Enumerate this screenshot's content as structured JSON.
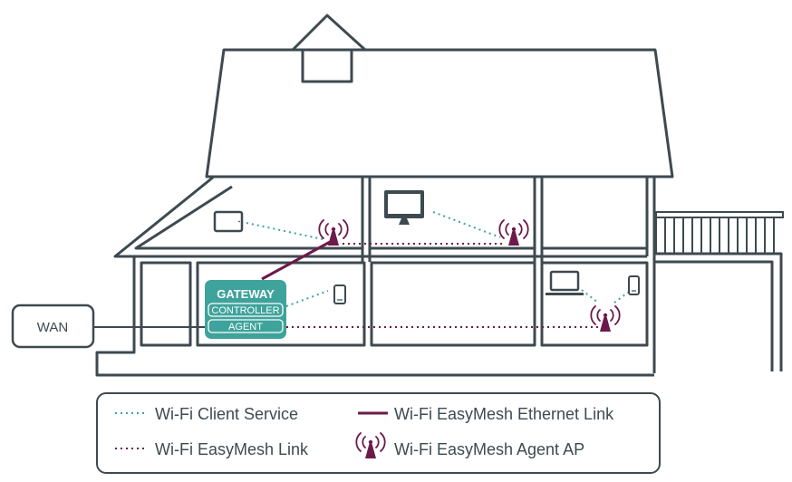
{
  "wan_label": "WAN",
  "gateway": {
    "title": "GATEWAY",
    "controller_label": "CONTROLLER",
    "agent_label": "AGENT"
  },
  "legend": {
    "client_service": "Wi-Fi Client Service",
    "ethernet_link": "Wi-Fi EasyMesh Ethernet Link",
    "easymesh_link": "Wi-Fi EasyMesh Link",
    "agent_ap": "Wi-Fi EasyMesh Agent AP"
  },
  "colors": {
    "outline": "#3d4a50",
    "gateway_fill": "#3ea39b",
    "client_service": "#3ea39b",
    "easymesh": "#6d1a4a"
  }
}
